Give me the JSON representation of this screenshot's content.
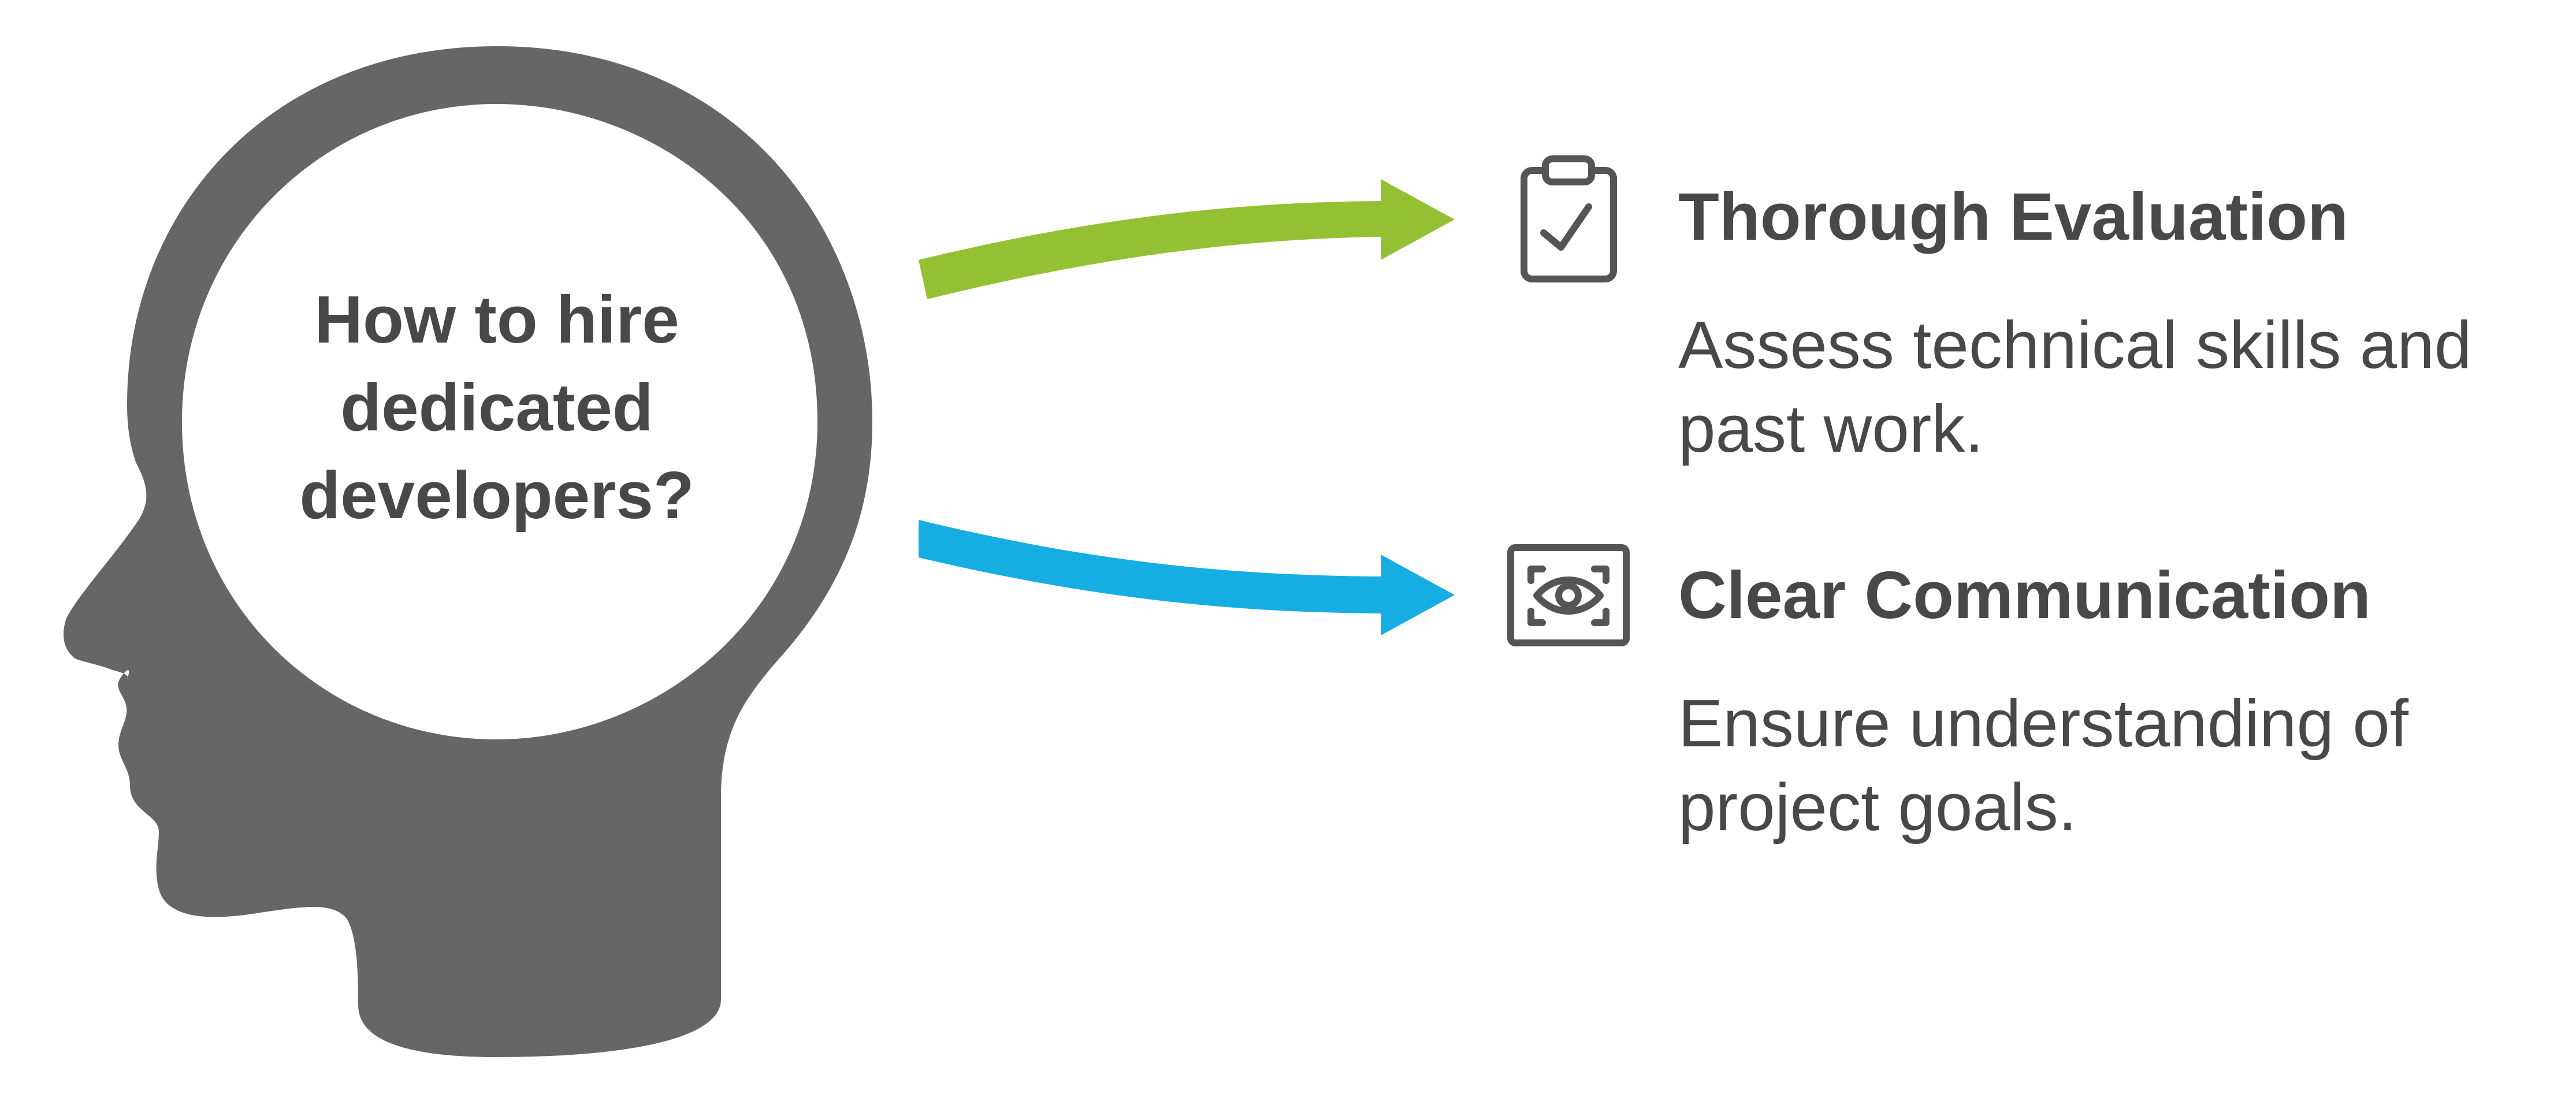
{
  "center": {
    "line1": "How to hire",
    "line2": "dedicated",
    "line3": "developers?"
  },
  "items": [
    {
      "title": "Thorough Evaluation",
      "desc": "Assess technical skills and past work.",
      "icon": "clipboard-check-icon",
      "arrow_color": "#94C133"
    },
    {
      "title": "Clear Communication",
      "desc": "Ensure understanding of project goals.",
      "icon": "eye-scan-icon",
      "arrow_color": "#16AEE2"
    }
  ],
  "colors": {
    "head": "#666666",
    "text": "#484848",
    "background": "#FFFFFF"
  }
}
